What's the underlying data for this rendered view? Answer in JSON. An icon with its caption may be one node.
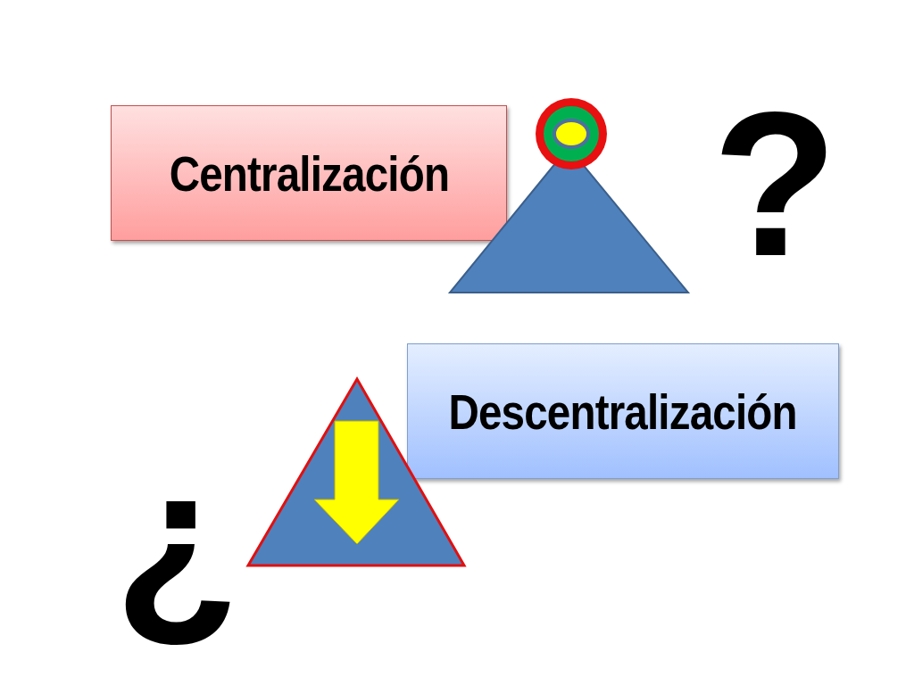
{
  "diagram": {
    "nodes": [
      {
        "text": [
          "Centralización"
        ]
      },
      {
        "text": [],
        "shape": "triangle"
      },
      {
        "text": [
          "Descentralización"
        ]
      },
      {
        "text": [],
        "shape": "triangle"
      }
    ],
    "labels": [
      "?",
      "¿"
    ]
  }
}
